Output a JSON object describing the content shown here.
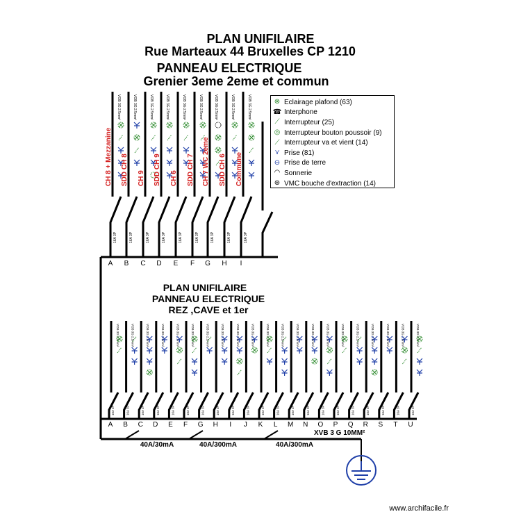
{
  "titles": {
    "t1": "PLAN UNIFILAIRE",
    "t2": "Rue Marteaux 44 Bruxelles CP 1210",
    "t3": "PANNEAU ELECTRIQUE",
    "t4": "Grenier 3eme 2eme et commun",
    "t5": "PLAN UNIFILAIRE",
    "t6": "PANNEAU ELECTRIQUE",
    "t7": "REZ ,CAVE et  1er"
  },
  "legend": [
    {
      "icon": "ceiling-light-icon",
      "glyph": "⊗",
      "color": "#2e8b2e",
      "label": "Eclairage plafond (63)"
    },
    {
      "icon": "intercom-icon",
      "glyph": "☎",
      "color": "#000000",
      "label": "Interphone"
    },
    {
      "icon": "switch-icon",
      "glyph": "⟋",
      "color": "#2e8b2e",
      "label": "Interrupteur (25)"
    },
    {
      "icon": "push-button-icon",
      "glyph": "◎",
      "color": "#2e8b2e",
      "label": "Interrupteur bouton poussoir (9)"
    },
    {
      "icon": "two-way-switch-icon",
      "glyph": "⟋",
      "color": "#2e8b2e",
      "label": "Interrupteur va et vient (14)"
    },
    {
      "icon": "socket-icon",
      "glyph": "⋎",
      "color": "#1f3fa8",
      "label": "Prise (81)"
    },
    {
      "icon": "ground-socket-icon",
      "glyph": "⊖",
      "color": "#1f3fa8",
      "label": "Prise de terre"
    },
    {
      "icon": "bell-icon",
      "glyph": "◠",
      "color": "#000000",
      "label": "Sonnerie"
    },
    {
      "icon": "vmc-icon",
      "glyph": "⊛",
      "color": "#000000",
      "label": "VMC bouche d'extraction (14)"
    }
  ],
  "top_panel": {
    "letters": [
      "A",
      "B",
      "C",
      "D",
      "E",
      "F",
      "G",
      "H",
      "I"
    ],
    "circuits": [
      "CH 8 + Mezzanine",
      "SDD CH 8",
      "CH 9",
      "SDD CH 9",
      "CH 6",
      "SDD CH 7",
      "CH 7 WC 2eme",
      "SDD CH 6",
      "Commune"
    ],
    "cable_label": "VOB 3G 2.5mm²",
    "breaker_label": "16A 3P"
  },
  "bottom_panel": {
    "letters": [
      "A",
      "B",
      "C",
      "D",
      "E",
      "F",
      "G",
      "H",
      "I",
      "J",
      "K",
      "L",
      "M",
      "N",
      "O",
      "P",
      "Q",
      "R",
      "S",
      "T",
      "U"
    ],
    "cable_label": "VOB 3G 2.5mm²",
    "breaker_label": "16A 3P",
    "main_cable": "XVB 3 G 10MM²",
    "differentials": [
      "40A/30mA",
      "40A/300mA",
      "40A/300mA"
    ]
  },
  "footer": "www.archifacile.fr"
}
